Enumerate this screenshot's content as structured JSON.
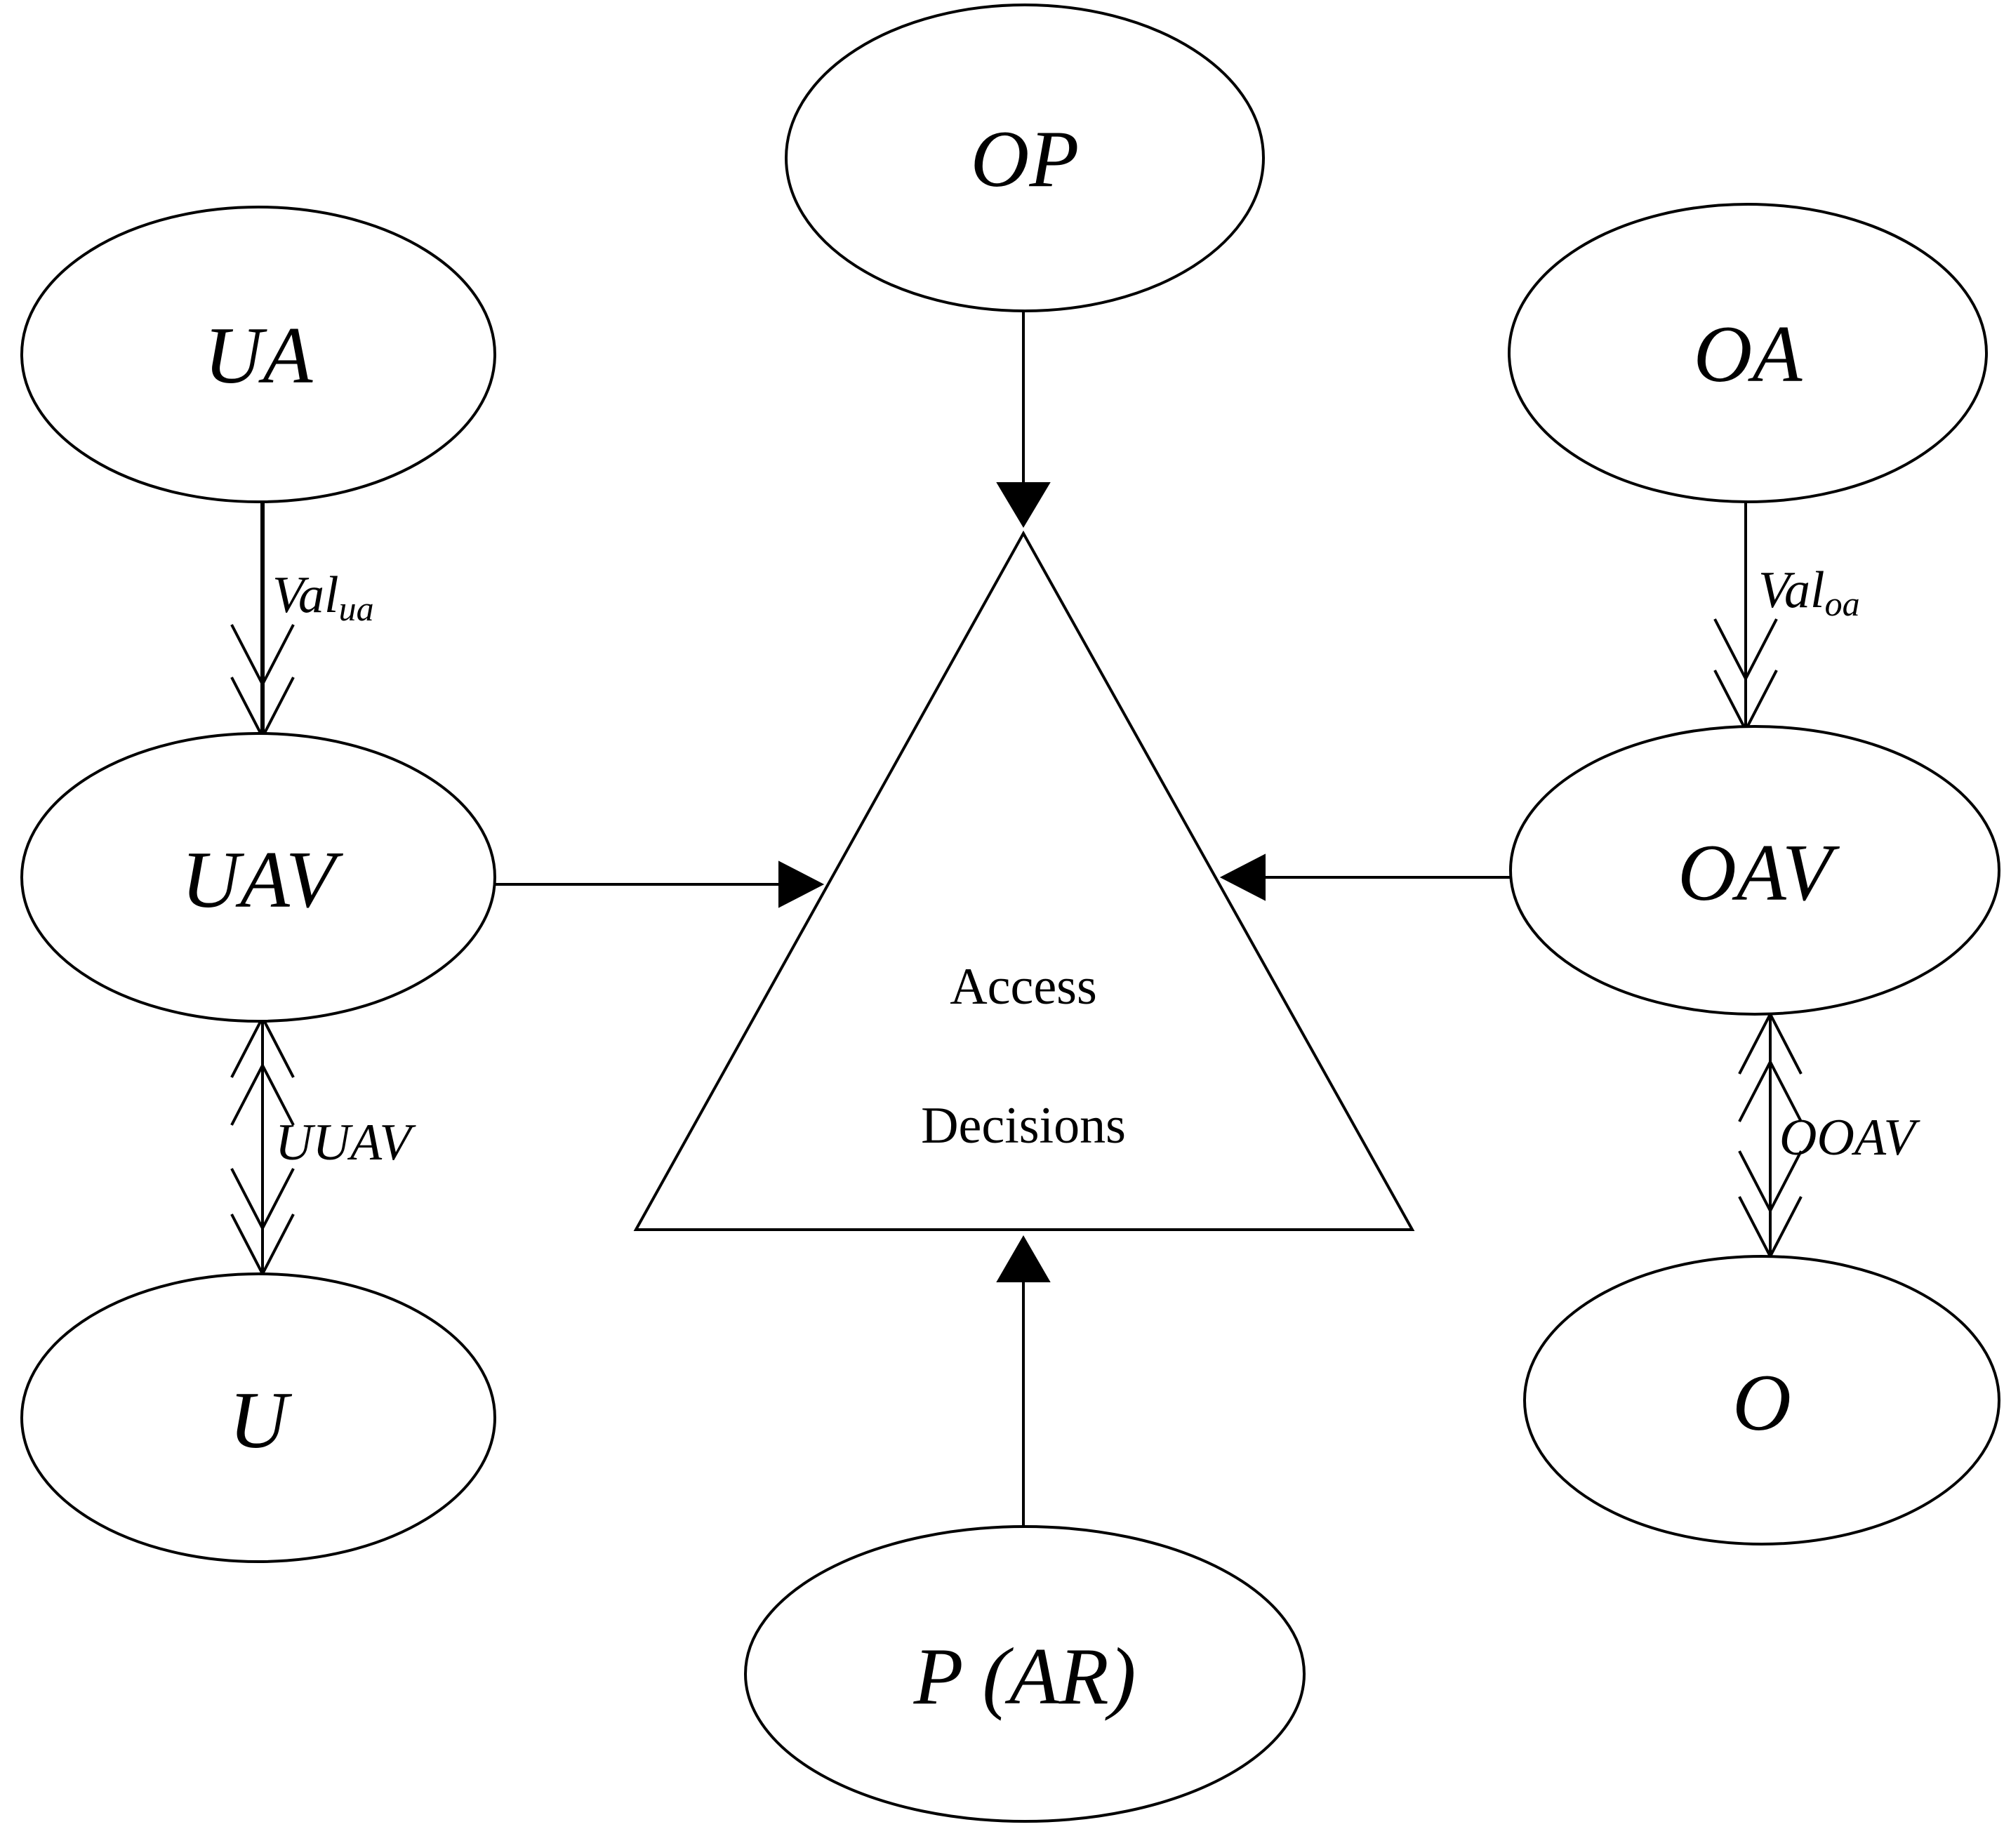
{
  "nodes": {
    "op": {
      "label": "OP"
    },
    "ua": {
      "label": "UA"
    },
    "oa": {
      "label": "OA"
    },
    "uav": {
      "label": "UAV"
    },
    "oav": {
      "label": "OAV"
    },
    "u": {
      "label": "U"
    },
    "o": {
      "label": "O"
    },
    "par": {
      "label": "P (AR)"
    }
  },
  "center": {
    "line1": "Access",
    "line2": "Decisions"
  },
  "edges": {
    "val_ua": {
      "base": "Val",
      "sub": "ua"
    },
    "val_oa": {
      "base": "Val",
      "sub": "oa"
    },
    "uuav": {
      "label": "UUAV"
    },
    "ooav": {
      "label": "OOAV"
    }
  }
}
